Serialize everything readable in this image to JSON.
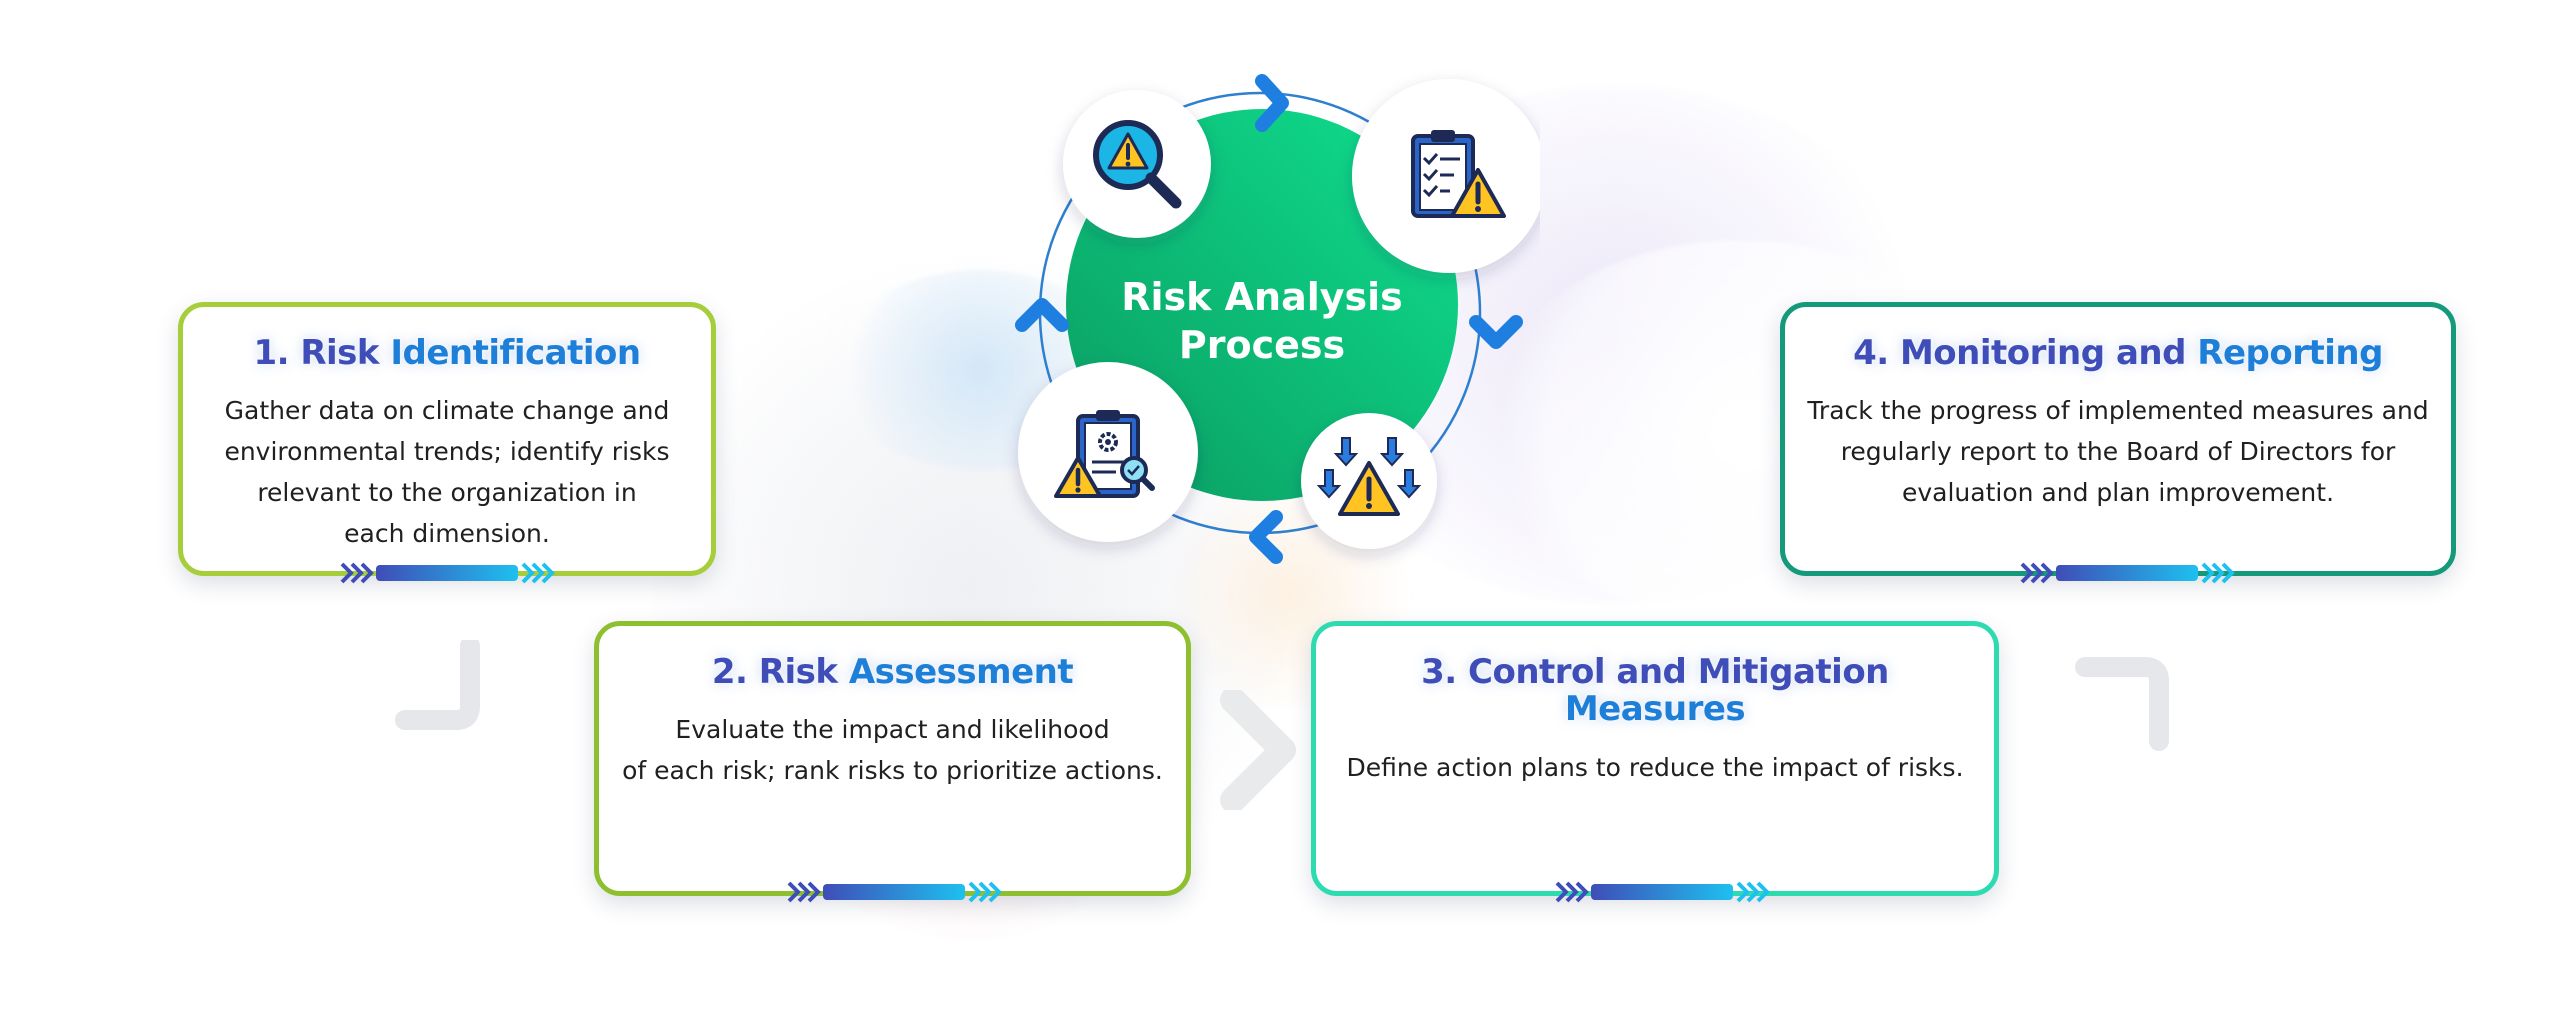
{
  "hub": {
    "title_line1": "Risk Analysis",
    "title_line2": "Process"
  },
  "steps": [
    {
      "title_a": "1. Risk ",
      "title_b": "Identification",
      "desc_lines": [
        "Gather data on climate change and",
        "environmental trends; identify risks",
        "relevant to the organization in",
        "each dimension."
      ],
      "border_color": "#a6cd3a"
    },
    {
      "title_a": "2. Risk ",
      "title_b": "Assessment",
      "desc_lines": [
        "Evaluate the impact and likelihood",
        "of each risk; rank risks to prioritize actions."
      ],
      "border_color": "#8ebf2f"
    },
    {
      "title_a": "3. Control and Mitigation ",
      "title_b": "Measures",
      "desc_lines": [
        "Define action plans to reduce the impact of risks."
      ],
      "border_color": "#2edbb1"
    },
    {
      "title_a": "4. Monitoring and ",
      "title_b": "Reporting",
      "desc_lines": [
        "Track the progress of implemented measures and",
        "regularly report to the Board of Directors for",
        "evaluation and plan improvement."
      ],
      "border_color": "#14997b"
    }
  ],
  "icons": [
    "magnifier-warning-icon",
    "checklist-warning-icon",
    "down-arrows-warning-icon",
    "report-gear-warning-icon"
  ],
  "colors": {
    "hub_green_start": "#0a9a60",
    "hub_green_end": "#0fe08f",
    "arrow_blue": "#1f7fe0",
    "title_indigo": "#3f4db8",
    "title_blue": "#1e7fd8"
  }
}
